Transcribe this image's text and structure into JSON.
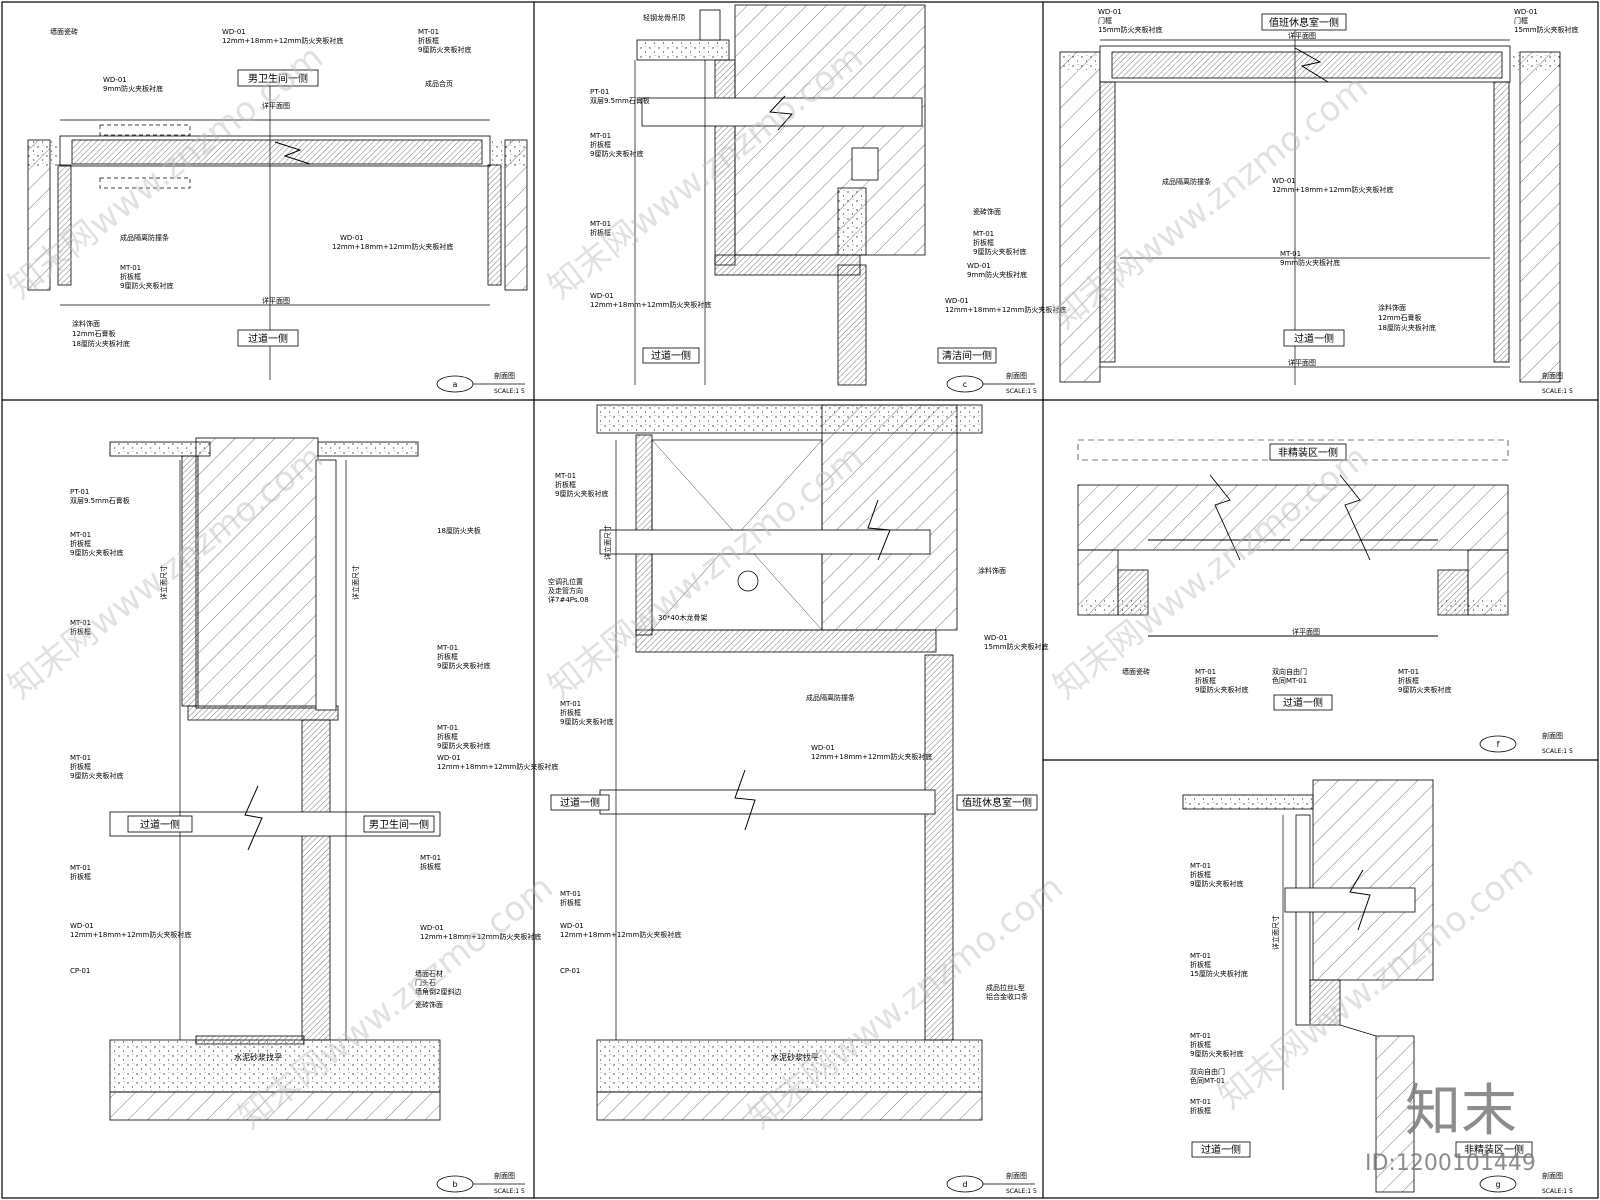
{
  "watermark": {
    "text": "知末网www.znzmo.com",
    "logo": "知末",
    "id": "ID:1200101449"
  },
  "common": {
    "section_label": "剖面图",
    "scale": "SCALE:1 5"
  },
  "panels": {
    "a": {
      "letter": "a",
      "room_top": "男卫生间一侧",
      "room_bottom": "过道一侧",
      "labels": [
        {
          "text": "墙面瓷砖"
        },
        {
          "text": "WD-01"
        },
        {
          "text": "12mm+18mm+12mm防火夹板衬底"
        },
        {
          "text": "MT-01"
        },
        {
          "text": "折板框"
        },
        {
          "text": "9厘防火夹板衬底"
        },
        {
          "text": "WD-01"
        },
        {
          "text": "9mm防火夹板衬底"
        },
        {
          "text": "成品合页"
        },
        {
          "text": "详平面图"
        },
        {
          "text": "成品隔离防撞条"
        },
        {
          "text": "WD-01"
        },
        {
          "text": "12mm+18mm+12mm防火夹板衬底"
        },
        {
          "text": "MT-01"
        },
        {
          "text": "折板框"
        },
        {
          "text": "9厘防火夹板衬底"
        },
        {
          "text": "涂料饰面"
        },
        {
          "text": "12mm石膏板"
        },
        {
          "text": "18厘防火夹板衬底"
        },
        {
          "text": "详平面图"
        }
      ]
    },
    "c": {
      "letter": "c",
      "room_left": "过道一侧",
      "room_right": "清洁间一侧",
      "labels": [
        {
          "text": "轻钢龙骨吊顶"
        },
        {
          "text": "PT-01"
        },
        {
          "text": "双层9.5mm石膏板"
        },
        {
          "text": "MT-01"
        },
        {
          "text": "折板框"
        },
        {
          "text": "9厘防火夹板衬底"
        },
        {
          "text": "MT-01"
        },
        {
          "text": "折板框"
        },
        {
          "text": "WD-01"
        },
        {
          "text": "12mm+18mm+12mm防火夹板衬底"
        },
        {
          "text": "瓷砖饰面"
        },
        {
          "text": "MT-01"
        },
        {
          "text": "折板框"
        },
        {
          "text": "9厘防火夹板衬底"
        },
        {
          "text": "WD-01"
        },
        {
          "text": "9mm防火夹板衬底"
        },
        {
          "text": "WD-01"
        },
        {
          "text": "12mm+18mm+12mm防火夹板衬底"
        }
      ]
    },
    "e": {
      "room_top": "值班休息室一侧",
      "room_bottom": "过道一侧",
      "labels": [
        {
          "text": "WD-01"
        },
        {
          "text": "门框"
        },
        {
          "text": "15mm防火夹板衬底"
        },
        {
          "text": "WD-01"
        },
        {
          "text": "门框"
        },
        {
          "text": "15mm防火夹板衬底"
        },
        {
          "text": "详平面图"
        },
        {
          "text": "成品隔离防撞条"
        },
        {
          "text": "WD-01"
        },
        {
          "text": "12mm+18mm+12mm防火夹板衬底"
        },
        {
          "text": "MT-01"
        },
        {
          "text": "9mm防火夹板衬底"
        },
        {
          "text": "涂料饰面"
        },
        {
          "text": "12mm石膏板"
        },
        {
          "text": "18厘防火夹板衬底"
        },
        {
          "text": "详平面图"
        }
      ]
    },
    "b": {
      "letter": "b",
      "room_left": "过道一侧",
      "room_right": "男卫生间一侧",
      "floor": "水泥砂浆找平",
      "labels": [
        {
          "text": "PT-01"
        },
        {
          "text": "双层9.5mm石膏板"
        },
        {
          "text": "MT-01"
        },
        {
          "text": "折板框"
        },
        {
          "text": "9厘防火夹板衬底"
        },
        {
          "text": "MT-01"
        },
        {
          "text": "折板框"
        },
        {
          "text": "MT-01"
        },
        {
          "text": "折板框"
        },
        {
          "text": "9厘防火夹板衬底"
        },
        {
          "text": "MT-01"
        },
        {
          "text": "折板框"
        },
        {
          "text": "WD-01"
        },
        {
          "text": "12mm+18mm+12mm防火夹板衬底"
        },
        {
          "text": "CP-01"
        },
        {
          "text": "18厘防火夹板"
        },
        {
          "text": "MT-01"
        },
        {
          "text": "折板框"
        },
        {
          "text": "9厘防火夹板衬底"
        },
        {
          "text": "MT-01"
        },
        {
          "text": "折板框"
        },
        {
          "text": "9厘防火夹板衬底"
        },
        {
          "text": "WD-01"
        },
        {
          "text": "12mm+18mm+12mm防火夹板衬底"
        },
        {
          "text": "MT-01"
        },
        {
          "text": "拆板框"
        },
        {
          "text": "WD-01"
        },
        {
          "text": "12mm+18mm+12mm防火夹板衬底"
        },
        {
          "text": "墙面石材"
        },
        {
          "text": "门头石"
        },
        {
          "text": "墙角倒2厘斜边"
        },
        {
          "text": "瓷砖饰面"
        },
        {
          "text": "详立面尺寸"
        },
        {
          "text": "详立面尺寸"
        }
      ]
    },
    "d": {
      "letter": "d",
      "room_left": "过道一侧",
      "room_right": "值班休息室一侧",
      "floor": "水泥砂浆找平",
      "labels": [
        {
          "text": "MT-01"
        },
        {
          "text": "折板框"
        },
        {
          "text": "9厘防火夹板衬底"
        },
        {
          "text": "空调孔位置"
        },
        {
          "text": "及走管方向"
        },
        {
          "text": "详7#4Ps.08"
        },
        {
          "text": "30*40木龙骨架"
        },
        {
          "text": "MT-01"
        },
        {
          "text": "折板框"
        },
        {
          "text": "9厘防火夹板衬底"
        },
        {
          "text": "MT-01"
        },
        {
          "text": "折板框"
        },
        {
          "text": "WD-01"
        },
        {
          "text": "12mm+18mm+12mm防火夹板衬底"
        },
        {
          "text": "CP-01"
        },
        {
          "text": "涂料饰面"
        },
        {
          "text": "WD-01"
        },
        {
          "text": "15mm防火夹板衬底"
        },
        {
          "text": "成品隔离防撞条"
        },
        {
          "text": "WD-01"
        },
        {
          "text": "12mm+18mm+12mm防火夹板衬底"
        },
        {
          "text": "成品拉丝L型"
        },
        {
          "text": "铝合金收口条"
        },
        {
          "text": "详立面尺寸"
        }
      ]
    },
    "f": {
      "letter": "f",
      "room_top": "非精装区一侧",
      "room_bottom": "过道一侧",
      "labels": [
        {
          "text": "详平面图"
        },
        {
          "text": "墙面瓷砖"
        },
        {
          "text": "MT-01"
        },
        {
          "text": "折板框"
        },
        {
          "text": "9厘防火夹板衬底"
        },
        {
          "text": "双向自由门"
        },
        {
          "text": "色同MT-01"
        },
        {
          "text": "MT-01"
        },
        {
          "text": "折板框"
        },
        {
          "text": "9厘防火夹板衬底"
        }
      ]
    },
    "g": {
      "letter": "g",
      "room_left": "过道一侧",
      "room_right": "非精装区一侧",
      "labels": [
        {
          "text": "MT-01"
        },
        {
          "text": "折板框"
        },
        {
          "text": "9厘防火夹板衬底"
        },
        {
          "text": "MT-01"
        },
        {
          "text": "折板框"
        },
        {
          "text": "15厘防火夹板衬底"
        },
        {
          "text": "MT-01"
        },
        {
          "text": "折板框"
        },
        {
          "text": "9厘防火夹板衬底"
        },
        {
          "text": "双向自由门"
        },
        {
          "text": "色同MT-01"
        },
        {
          "text": "MT-01"
        },
        {
          "text": "折板框"
        },
        {
          "text": "详立面尺寸"
        }
      ]
    }
  }
}
